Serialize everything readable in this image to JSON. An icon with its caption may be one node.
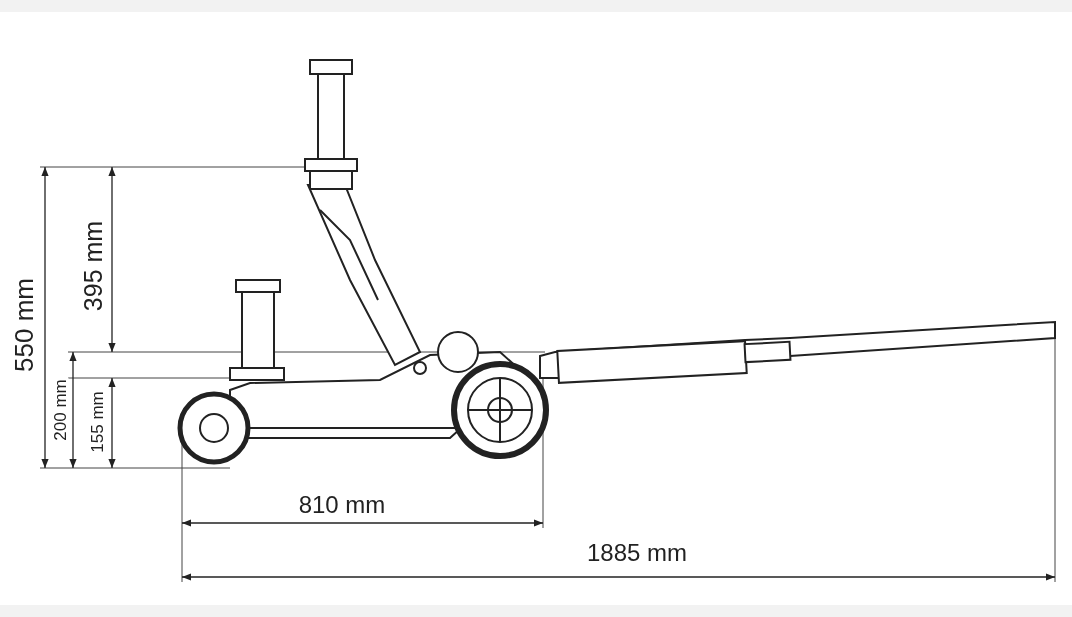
{
  "diagram": {
    "labels": [
      "550 mm",
      "395 mm",
      "200 mm",
      "155 mm",
      "810 mm",
      "1885 mm"
    ]
  }
}
